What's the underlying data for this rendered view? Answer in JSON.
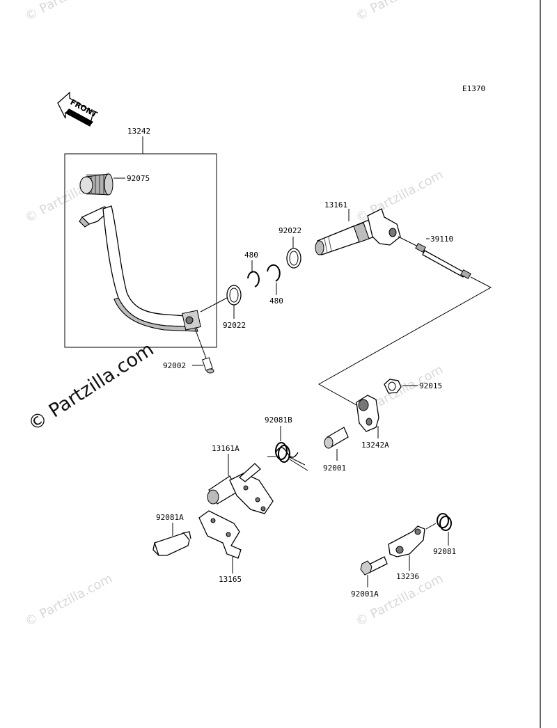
{
  "diagram_code": "E1370",
  "front_arrow_label": "FRONT",
  "watermarks": {
    "big": "© Partzilla.com",
    "small": "© Partzilla.com"
  },
  "parts": [
    {
      "id": "p13242",
      "label": "13242"
    },
    {
      "id": "p92075",
      "label": "92075"
    },
    {
      "id": "p13161",
      "label": "13161"
    },
    {
      "id": "p92022a",
      "label": "92022"
    },
    {
      "id": "p39110",
      "label": "39110"
    },
    {
      "id": "p480a",
      "label": "480"
    },
    {
      "id": "p480b",
      "label": "480"
    },
    {
      "id": "p92022b",
      "label": "92022"
    },
    {
      "id": "p92002",
      "label": "92002"
    },
    {
      "id": "p92015",
      "label": "92015"
    },
    {
      "id": "p92081b",
      "label": "92081B"
    },
    {
      "id": "p13242a",
      "label": "13242A"
    },
    {
      "id": "p13161a",
      "label": "13161A"
    },
    {
      "id": "p92001",
      "label": "92001"
    },
    {
      "id": "p92081a",
      "label": "92081A"
    },
    {
      "id": "p92081",
      "label": "92081"
    },
    {
      "id": "p13236",
      "label": "13236"
    },
    {
      "id": "p13165",
      "label": "13165"
    },
    {
      "id": "p92001a",
      "label": "92001A"
    }
  ]
}
